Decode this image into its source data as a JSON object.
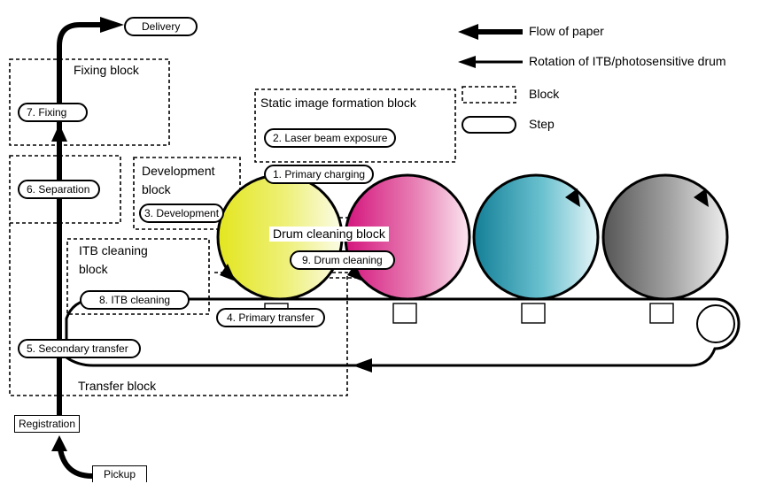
{
  "legend": {
    "flow_of_paper": "Flow of paper",
    "rotation": "Rotation of ITB/photosensitive drum",
    "block": "Block",
    "step": "Step"
  },
  "blocks": {
    "fixing": "Fixing block",
    "static_image": "Static image formation block",
    "development_line1": "Development",
    "development_line2": "block",
    "drum_cleaning": "Drum cleaning block",
    "itb_cleaning_line1": "ITB cleaning",
    "itb_cleaning_line2": "block",
    "transfer": "Transfer block"
  },
  "steps": {
    "delivery": "Delivery",
    "fixing": "7. Fixing",
    "separation": "6. Separation",
    "laser": "2. Laser beam exposure",
    "primary_charging": "1. Primary charging",
    "development": "3. Development",
    "drum_cleaning": "9. Drum cleaning",
    "itb_cleaning": "8. ITB cleaning",
    "primary_transfer": "4. Primary transfer",
    "secondary_transfer": "5. Secondary transfer"
  },
  "stations": {
    "registration": "Registration",
    "pickup": "Pickup"
  },
  "colors": {
    "yellow": "#e3e61e",
    "magenta": "#d4157d",
    "cyan": "#19a0b6",
    "black": "#555555"
  }
}
